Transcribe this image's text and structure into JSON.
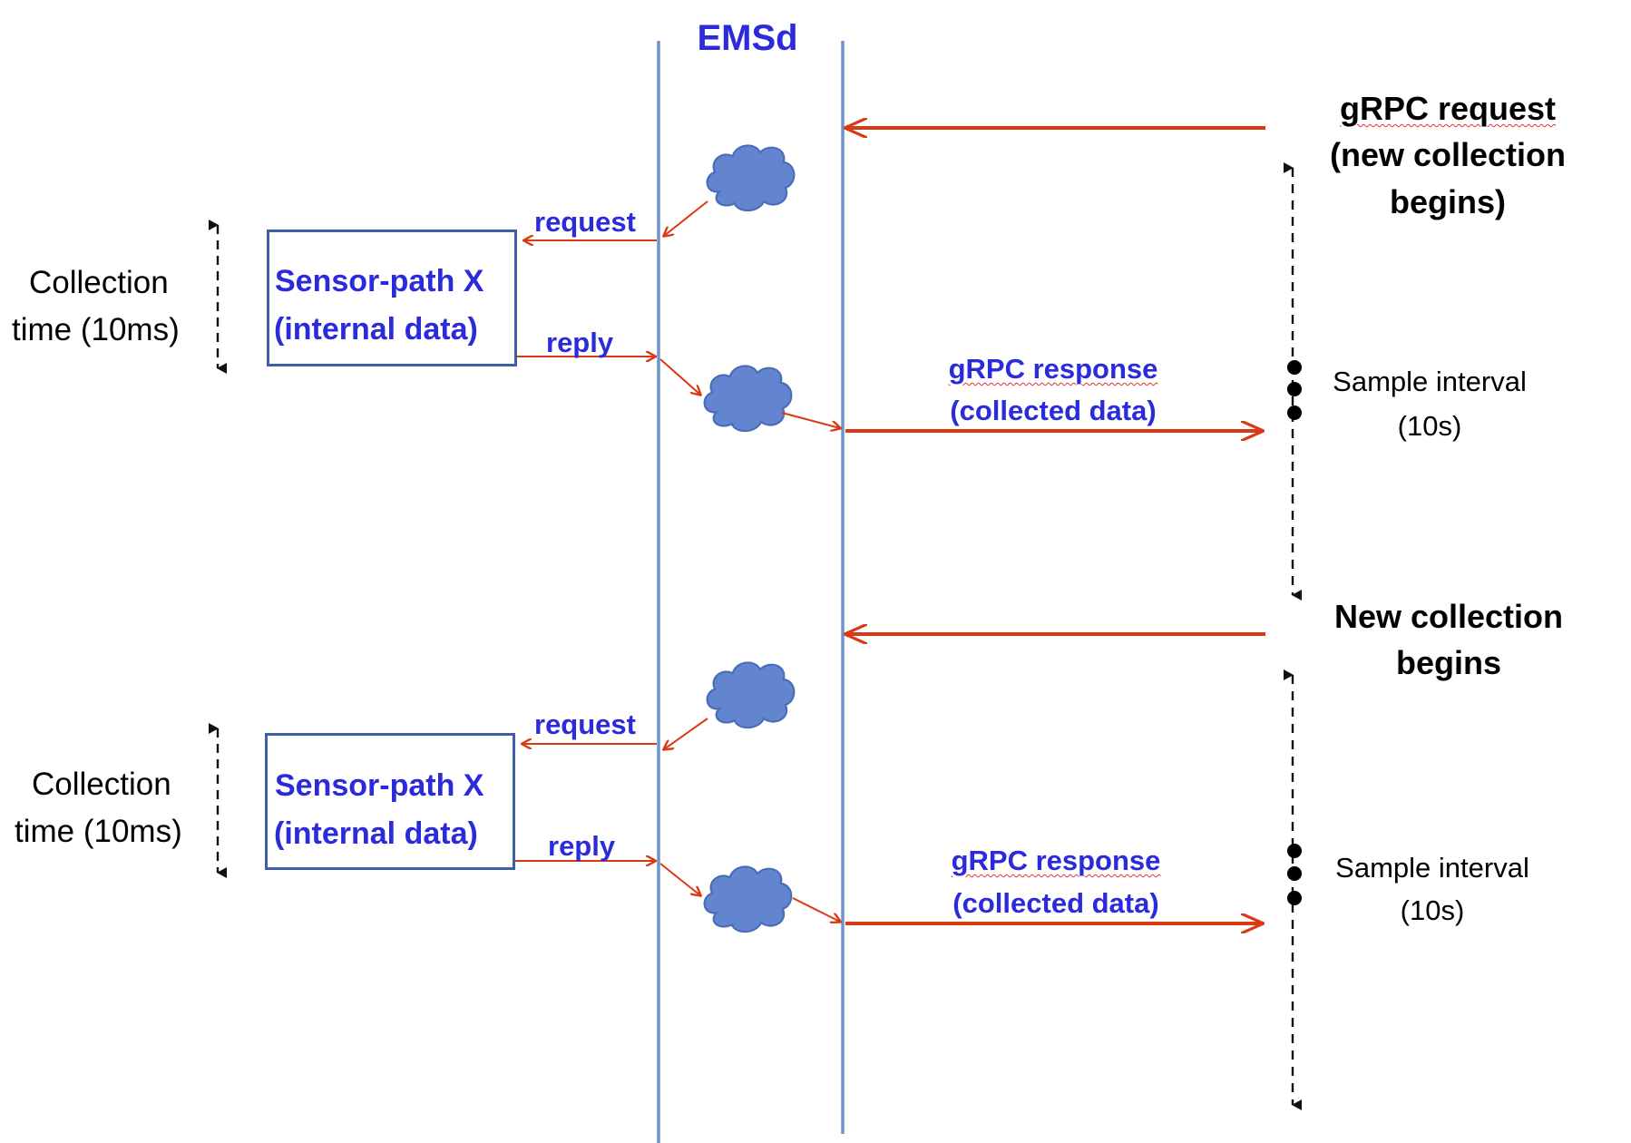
{
  "lifeline": {
    "title": "EMSd"
  },
  "colors": {
    "arrow": "#d93a14",
    "lifeline": "#6f94cc",
    "cloud": "#6385cf",
    "label": "#2b2bdc",
    "box_border": "#3f5fa8"
  },
  "cycles": [
    {
      "request_label": "request",
      "reply_label": "reply",
      "sensor_box": {
        "line1": "Sensor-path X",
        "line2": "(internal data)"
      },
      "collection_time": {
        "line1": "Collection",
        "line2": "time (10ms)"
      },
      "response": {
        "line1": "gRPC response",
        "line2": "(collected data)"
      },
      "sample_interval": {
        "line1": "Sample interval",
        "line2": "(10s)"
      }
    },
    {
      "request_label": "request",
      "reply_label": "reply",
      "sensor_box": {
        "line1": "Sensor-path X",
        "line2": "(internal data)"
      },
      "collection_time": {
        "line1": "Collection",
        "line2": "time (10ms)"
      },
      "response": {
        "line1": "gRPC response",
        "line2": "(collected data)"
      },
      "sample_interval": {
        "line1": "Sample interval",
        "line2": "(10s)"
      }
    }
  ],
  "events": {
    "first": {
      "line1": "gRPC request",
      "line2": "(new collection",
      "line3": "begins)"
    },
    "second": {
      "line1": "New collection",
      "line2": "begins"
    }
  }
}
